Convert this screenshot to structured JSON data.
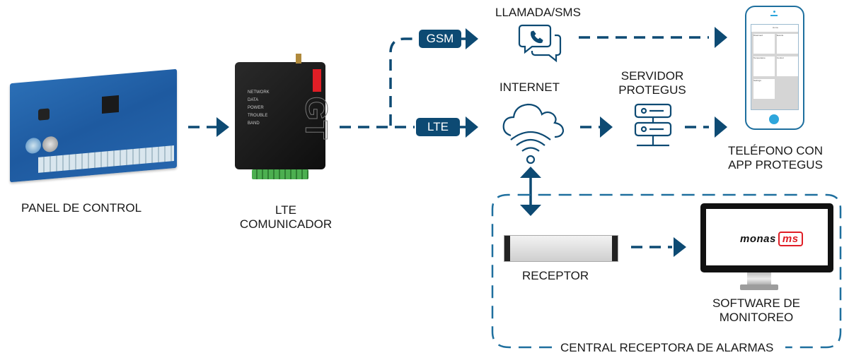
{
  "diagram": {
    "colors": {
      "primary": "#0d4a73",
      "accent_line": "#1e6f9e",
      "phone_accent": "#2ea6dc",
      "brand_red": "#e01e26",
      "text": "#1a1a1a"
    },
    "nodes": {
      "panel": {
        "label": "PANEL DE CONTROL"
      },
      "communicator": {
        "label_line1": "LTE",
        "label_line2": "COMUNICADOR",
        "led_labels": [
          "NETWORK",
          "DATA",
          "POWER",
          "TROUBLE",
          "BAND"
        ],
        "device_mark": "GT"
      },
      "call_sms": {
        "label": "LLAMADA/SMS",
        "icon": "chat-phone-icon"
      },
      "internet": {
        "label": "INTERNET",
        "icon": "cloud-wifi-icon"
      },
      "server": {
        "label_line1": "SERVIDOR",
        "label_line2": "PROTEGUS",
        "icon": "server-icon"
      },
      "phone": {
        "label_line1": "TELÉFONO CON",
        "label_line2": "APP PROTEGUS",
        "app_header": "Home",
        "tiles": [
          "Disarmed",
          "Events",
          "Temperature",
          "Control",
          "Settings"
        ]
      },
      "receiver": {
        "label": "RECEPTOR"
      },
      "monitoring": {
        "label_line1": "SOFTWARE DE",
        "label_line2": "MONITOREO",
        "logo_text": "monas",
        "logo_badge": "ms"
      }
    },
    "channels": {
      "gsm": "GSM",
      "lte": "LTE"
    },
    "group": {
      "label": "CENTRAL RECEPTORA DE ALARMAS"
    }
  }
}
